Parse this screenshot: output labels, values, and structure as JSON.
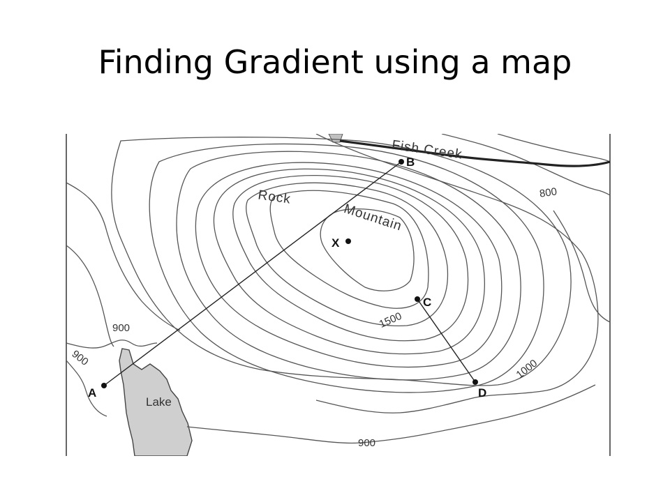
{
  "slide": {
    "title": "Finding Gradient using a map"
  },
  "map": {
    "features": {
      "mountain": {
        "word1": "Rock",
        "word2": "Mountain"
      },
      "creek": "Fish Creek",
      "lake": "Lake"
    },
    "contour_labels": {
      "c800": "800",
      "c900_left": "900",
      "c900_edge": "900",
      "c900_bottom": "900",
      "c1000": "1000",
      "c1500": "1500"
    },
    "points": {
      "A": "A",
      "B": "B",
      "C": "C",
      "D": "D",
      "X": "X"
    },
    "colors": {
      "contour": "#555555",
      "lake_fill": "#cfcfcf",
      "line": "#222222"
    }
  }
}
